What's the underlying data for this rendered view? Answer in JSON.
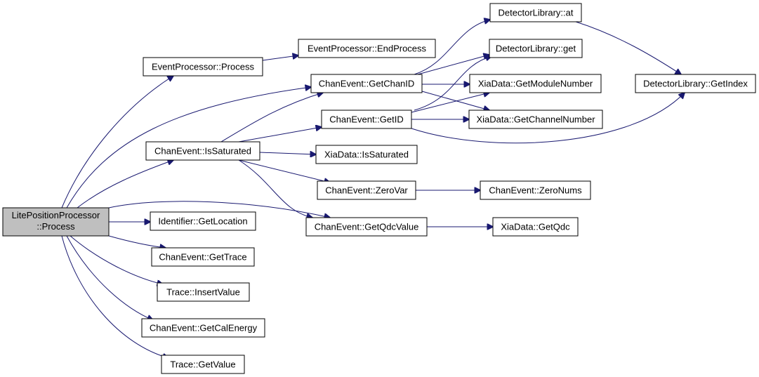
{
  "nodes": {
    "root": [
      "LitePositionProcessor",
      "::Process"
    ],
    "ep_process": "EventProcessor::Process",
    "ep_endprocess": "EventProcessor::EndProcess",
    "ce_getchanid": "ChanEvent::GetChanID",
    "ce_getid": "ChanEvent::GetID",
    "ce_issaturated": "ChanEvent::IsSaturated",
    "id_getlocation": "Identifier::GetLocation",
    "ce_gettrace": "ChanEvent::GetTrace",
    "tr_insertvalue": "Trace::InsertValue",
    "ce_getcalenergy": "ChanEvent::GetCalEnergy",
    "tr_getvalue": "Trace::GetValue",
    "dl_at": "DetectorLibrary::at",
    "dl_get": "DetectorLibrary::get",
    "xd_getmodulenumber": "XiaData::GetModuleNumber",
    "xd_getchannelnumber": "XiaData::GetChannelNumber",
    "xd_issaturated": "XiaData::IsSaturated",
    "ce_zerovar": "ChanEvent::ZeroVar",
    "ce_zeronums": "ChanEvent::ZeroNums",
    "ce_getqdcvalue": "ChanEvent::GetQdcValue",
    "xd_getqdc": "XiaData::GetQdc",
    "dl_getindex": "DetectorLibrary::GetIndex"
  },
  "edges": [
    [
      "root",
      "ep_process"
    ],
    [
      "root",
      "ce_getchanid"
    ],
    [
      "root",
      "ce_issaturated"
    ],
    [
      "root",
      "ce_getqdcvalue"
    ],
    [
      "root",
      "id_getlocation"
    ],
    [
      "root",
      "ce_gettrace"
    ],
    [
      "root",
      "tr_insertvalue"
    ],
    [
      "root",
      "ce_getcalenergy"
    ],
    [
      "root",
      "tr_getvalue"
    ],
    [
      "ep_process",
      "ep_endprocess"
    ],
    [
      "ce_getchanid",
      "dl_at"
    ],
    [
      "ce_getchanid",
      "dl_get"
    ],
    [
      "ce_getchanid",
      "xd_getmodulenumber"
    ],
    [
      "ce_getchanid",
      "xd_getchannelnumber"
    ],
    [
      "ce_getid",
      "dl_get"
    ],
    [
      "ce_getid",
      "xd_getmodulenumber"
    ],
    [
      "ce_getid",
      "xd_getchannelnumber"
    ],
    [
      "ce_getid",
      "dl_getindex"
    ],
    [
      "ce_issaturated",
      "ce_getchanid"
    ],
    [
      "ce_issaturated",
      "ce_getid"
    ],
    [
      "ce_issaturated",
      "xd_issaturated"
    ],
    [
      "ce_issaturated",
      "ce_zerovar"
    ],
    [
      "ce_issaturated",
      "ce_getqdcvalue"
    ],
    [
      "dl_at",
      "dl_getindex"
    ],
    [
      "ce_zerovar",
      "ce_zeronums"
    ],
    [
      "ce_getqdcvalue",
      "xd_getqdc"
    ]
  ],
  "colors": {
    "edge": "#191970",
    "node_border": "#000000",
    "root_fill": "#bfbfbf",
    "node_fill": "#ffffff"
  }
}
